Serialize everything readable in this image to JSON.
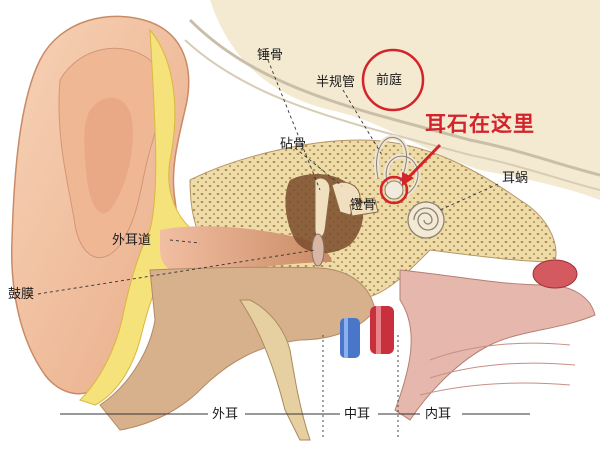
{
  "labels": {
    "malleus": "锤骨",
    "semicircular_canals": "半规管",
    "vestibule": "前庭",
    "otoliths_callout": "耳石在这里",
    "incus": "砧骨",
    "cochlea": "耳蜗",
    "stapes": "镫骨",
    "ear_canal": "外耳道",
    "eardrum": "鼓膜",
    "outer_ear": "外耳",
    "middle_ear": "中耳",
    "inner_ear": "内耳"
  },
  "colors": {
    "skin": "#f1c6a6",
    "bone": "#ecd9a4",
    "cartilage": "#f6e27a",
    "highlight": "#d3232b",
    "artery": "#c8303d",
    "vein": "#4a76c9"
  }
}
